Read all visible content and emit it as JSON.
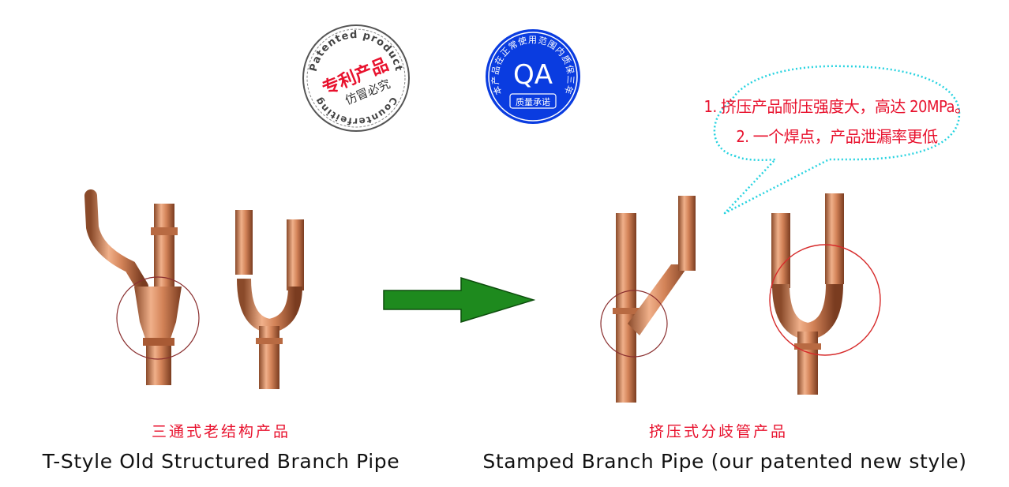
{
  "seal": {
    "arc_top": "Patented product",
    "arc_bottom": "Counterfeiting",
    "main": "专利产品",
    "sub": "仿冒必究"
  },
  "qa_badge": {
    "ring_text": "本产品在正常使用范围内质保三年",
    "main": "QA",
    "bottom": "质量承诺",
    "color": "#0a3ce0"
  },
  "callout": {
    "line1": "1. 挤压产品耐压强度大，高达 20MPa。",
    "line2": "2. 一个焊点，产品泄漏率更低",
    "text_color": "#e8112d",
    "border_color": "#27d3e0"
  },
  "left_product": {
    "caption_cn": "三通式老结构产品",
    "caption_en": "T-Style Old Structured Branch Pipe"
  },
  "right_product": {
    "caption_cn": "挤压式分歧管产品",
    "caption_en": "Stamped Branch Pipe (our patented new style)"
  },
  "arrow": {
    "color": "#1e8a1e"
  },
  "colors": {
    "accent_red": "#e8112d",
    "copper": "#c9774a"
  }
}
